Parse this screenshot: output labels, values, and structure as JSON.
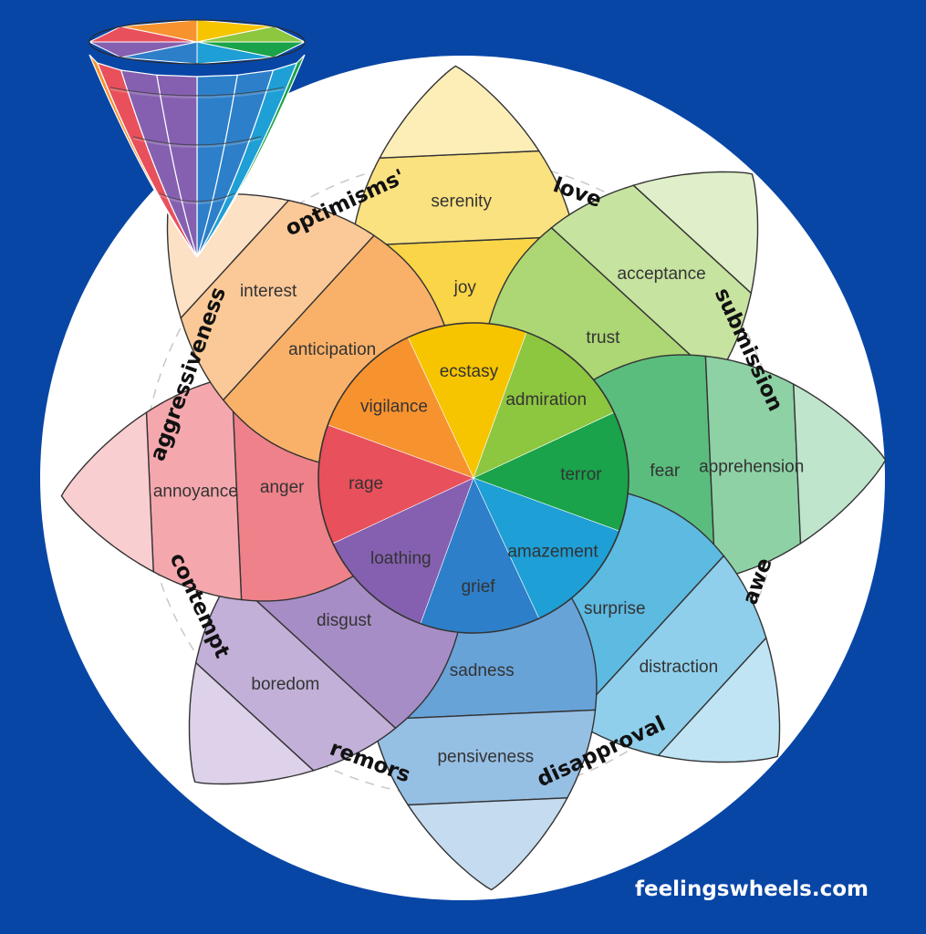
{
  "petals": [
    {
      "id": "joy",
      "color": "#f7c400",
      "labels": [
        "ecstasy",
        "joy",
        "serenity"
      ]
    },
    {
      "id": "trust",
      "color": "#8dc63f",
      "labels": [
        "admiration",
        "trust",
        "acceptance"
      ]
    },
    {
      "id": "fear",
      "color": "#1aa34a",
      "labels": [
        "terror",
        "fear",
        "apprehension"
      ]
    },
    {
      "id": "surprise",
      "color": "#1e9fd6",
      "labels": [
        "amazement",
        "surprise",
        "distraction"
      ]
    },
    {
      "id": "sadness",
      "color": "#2d7fc9",
      "labels": [
        "grief",
        "sadness",
        "pensiveness"
      ]
    },
    {
      "id": "disgust",
      "color": "#8560b0",
      "labels": [
        "loathing",
        "disgust",
        "boredom"
      ]
    },
    {
      "id": "anger",
      "color": "#e8505b",
      "labels": [
        "rage",
        "anger",
        "annoyance"
      ]
    },
    {
      "id": "anticipation",
      "color": "#f7932f",
      "labels": [
        "vigilance",
        "anticipation",
        "interest"
      ]
    }
  ],
  "dyads": [
    "love",
    "submission",
    "awe",
    "disapproval",
    "remors",
    "contempt",
    "aggressiveness",
    "optimisms'"
  ],
  "cone_colors": [
    "#f7c400",
    "#8dc63f",
    "#1aa34a",
    "#1e9fd6",
    "#2d7fc9",
    "#8560b0",
    "#e8505b",
    "#f7932f"
  ],
  "site": {
    "text": "feelingswheels.com"
  }
}
